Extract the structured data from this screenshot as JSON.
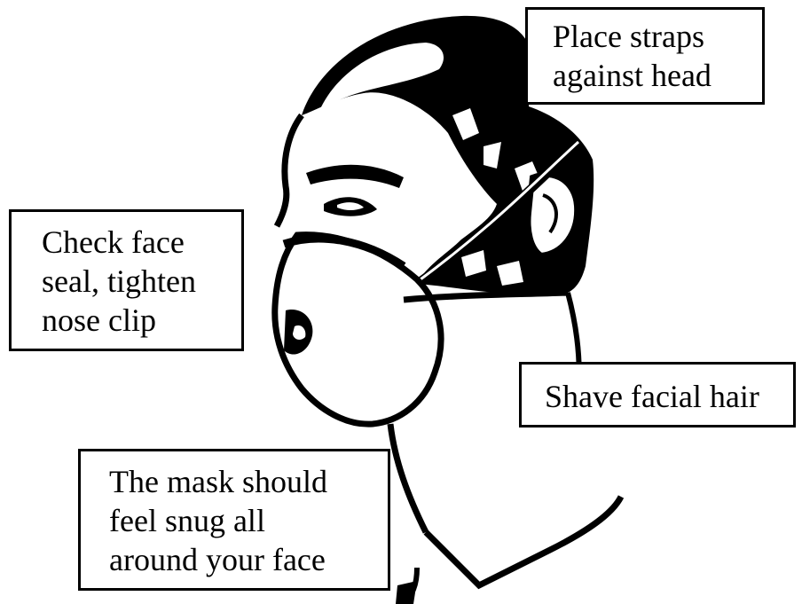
{
  "callouts": {
    "straps": [
      "Place straps",
      "against head"
    ],
    "seal": [
      "Check face",
      "seal, tighten",
      "nose clip"
    ],
    "shave": [
      "Shave facial hair"
    ],
    "snug": [
      "The mask should",
      "feel snug all",
      "around your face"
    ]
  },
  "colors": {
    "ink": "#000000",
    "paper": "#ffffff"
  }
}
